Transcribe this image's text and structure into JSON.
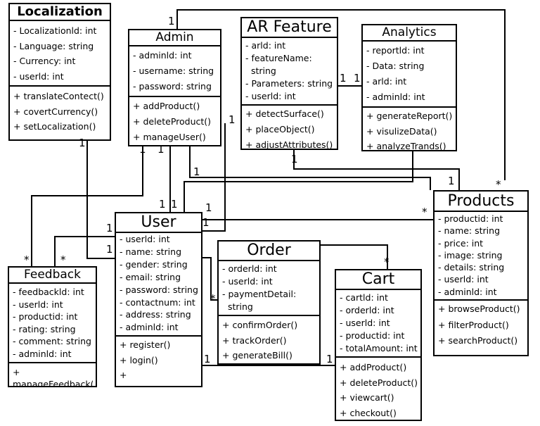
{
  "classes": {
    "localization": {
      "name": "Localization",
      "attributes": [
        "- Localizationld: int",
        "- Language: string",
        "- Currency: int",
        "- userld: int"
      ],
      "methods": [
        "+ translateContect()",
        "+ covertCurrency()",
        "+ setLocalization()"
      ]
    },
    "admin": {
      "name": "Admin",
      "attributes": [
        "- adminld: int",
        "- username: string",
        "- password: string"
      ],
      "methods": [
        "+ addProduct()",
        "+ deleteProduct()",
        "+ manageUser()"
      ]
    },
    "ar_feature": {
      "name": "AR Feature",
      "attributes": [
        "- arld: int",
        "- featureName:",
        "  string",
        "- Parameters: string",
        "- userld: int"
      ],
      "methods": [
        "+ detectSurface()",
        "+ placeObject()",
        "+ adjustAttributes()"
      ]
    },
    "analytics": {
      "name": "Analytics",
      "attributes": [
        "- reportld: int",
        "- Data: string",
        "- arld: int",
        "- adminld: int"
      ],
      "methods": [
        "+ generateReport()",
        "+ visulizeData()",
        "+ analyzeTrands()"
      ]
    },
    "products": {
      "name": "Products",
      "attributes": [
        "- productid: int",
        "- name: string",
        "- price: int",
        "- image: string",
        "- details: string",
        "- userld: int",
        "- adminld: int"
      ],
      "methods": [
        "+ browseProduct()",
        "+ filterProduct()",
        "+ searchProduct()"
      ]
    },
    "user": {
      "name": "User",
      "attributes": [
        "- userld: int",
        "- name: string",
        "- gender: string",
        "- email: string",
        "- password: string",
        "- contactnum: int",
        "- address: string",
        "- adminld: int"
      ],
      "methods": [
        "+ register()",
        "+ login()",
        "+"
      ]
    },
    "order": {
      "name": "Order",
      "attributes": [
        "- orderld: int",
        "- userld: int",
        "- paymentDetail:",
        "  string"
      ],
      "methods": [
        "+ confirmOrder()",
        "+ trackOrder()",
        "+ generateBill()"
      ]
    },
    "cart": {
      "name": "Cart",
      "attributes": [
        "- cartld: int",
        "- orderld: int",
        "- userld: int",
        "- productid: int",
        "- totalAmount: int"
      ],
      "methods": [
        "+ addProduct()",
        "+ deleteProduct()",
        "+ viewcart()",
        "+ checkout()"
      ]
    },
    "feedback": {
      "name": "Feedback",
      "attributes": [
        "- feedbackld: int",
        "- userld: int",
        "- productid: int",
        "- rating: string",
        "- comment: string",
        "- adminld: int"
      ],
      "methods": [
        "+",
        "manageFeedback()"
      ]
    }
  },
  "multiplicities": {
    "admin_top": "1",
    "admin_bottom_a": "1",
    "admin_bottom_b": "1",
    "ar_left": "1",
    "ar_right": "1",
    "analytics_left": "1",
    "ar_bottom": "1",
    "products_top_left": "1",
    "products_top_star": "*",
    "user_top_a": "1",
    "user_top_b": "1",
    "user_top_c": "1",
    "user_right": "1",
    "user_left_a": "1",
    "user_left_b": "1",
    "user_right_mid": "1",
    "user_bottom": "1",
    "loc_bottom": "1",
    "products_left_star": "*",
    "feedback_star_a": "*",
    "feedback_star_b": "*",
    "order_left_star": "*",
    "cart_top_star": "*",
    "cart_left": "1"
  }
}
